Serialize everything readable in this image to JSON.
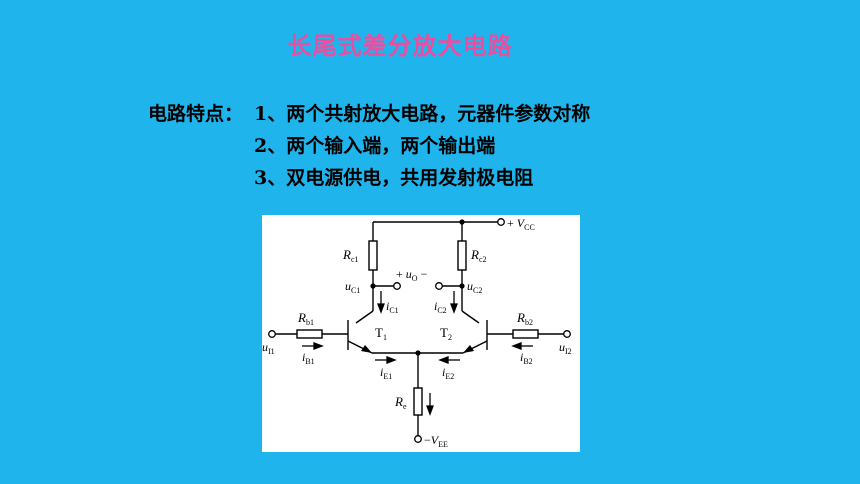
{
  "slide": {
    "title": "长尾式差分放大电路",
    "features_label": "电路特点：",
    "features": [
      "1、两个共射放大电路，元器件参数对称",
      "2、两个输入端，两个输出端",
      "3、双电源供电，共用发射极电阻"
    ]
  },
  "circuit": {
    "vcc": {
      "sign": "+",
      "symbol": "V",
      "sub": "CC"
    },
    "vee": {
      "sign": "−",
      "symbol": "V",
      "sub": "EE"
    },
    "rc1": {
      "symbol": "R",
      "sub": "c1"
    },
    "rc2": {
      "symbol": "R",
      "sub": "c2"
    },
    "rb1": {
      "symbol": "R",
      "sub": "b1"
    },
    "rb2": {
      "symbol": "R",
      "sub": "b2"
    },
    "re": {
      "symbol": "R",
      "sub": "e"
    },
    "uo": {
      "plus": "+",
      "symbol": "u",
      "sub": "O",
      "minus": "−"
    },
    "uc1": {
      "symbol": "u",
      "sub": "C1"
    },
    "uc2": {
      "symbol": "u",
      "sub": "C2"
    },
    "ic1": {
      "symbol": "i",
      "sub": "C1"
    },
    "ic2": {
      "symbol": "i",
      "sub": "C2"
    },
    "t1": {
      "symbol": "T",
      "sub": "1"
    },
    "t2": {
      "symbol": "T",
      "sub": "2"
    },
    "ui1": {
      "symbol": "u",
      "sub": "I1"
    },
    "ui2": {
      "symbol": "u",
      "sub": "I2"
    },
    "ib1": {
      "symbol": "i",
      "sub": "B1"
    },
    "ib2": {
      "symbol": "i",
      "sub": "B2"
    },
    "ie1": {
      "symbol": "i",
      "sub": "E1"
    },
    "ie2": {
      "symbol": "i",
      "sub": "E2"
    }
  }
}
